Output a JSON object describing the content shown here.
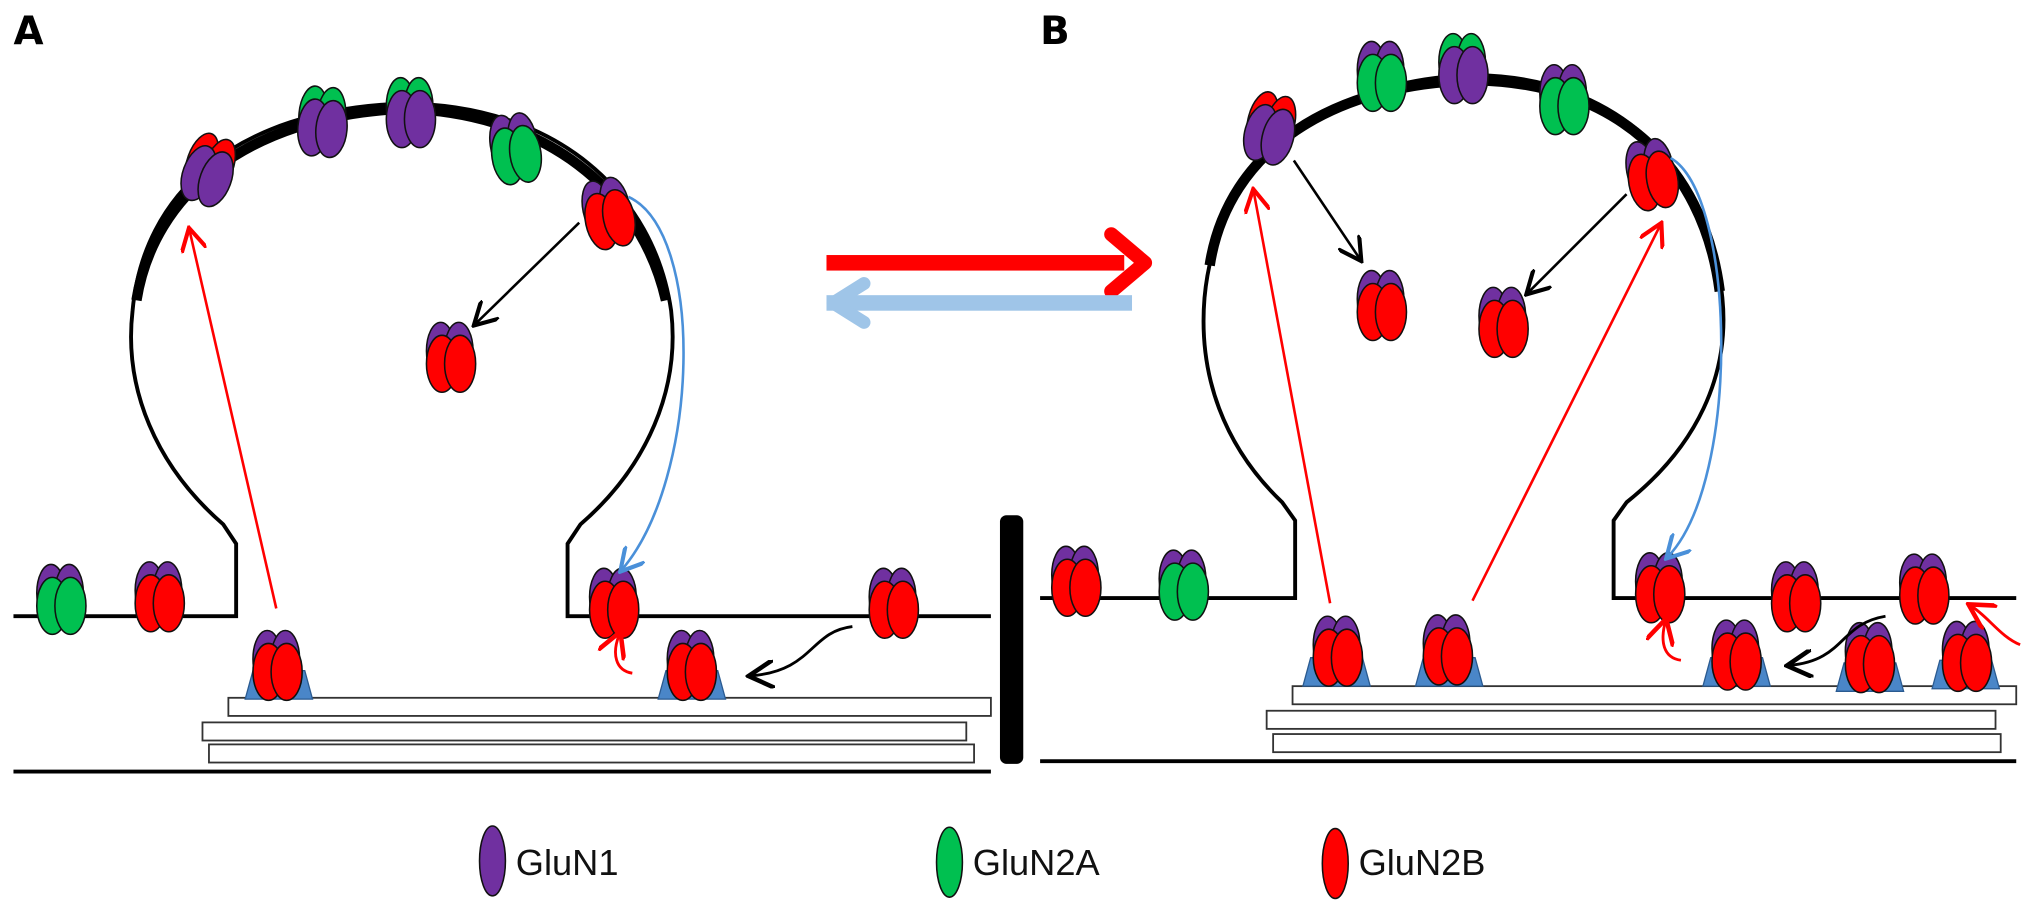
{
  "figure": {
    "panels": [
      {
        "label": "A"
      },
      {
        "label": "B"
      }
    ],
    "legend": [
      {
        "label": "GluN1",
        "color": "#7030a0"
      },
      {
        "label": "GluN2A",
        "color": "#00c050"
      },
      {
        "label": "GluN2B",
        "color": "#ff0000"
      }
    ],
    "colors": {
      "glun1": "#7030a0",
      "glun2a": "#00c050",
      "glun2b": "#ff0000",
      "scaffold": "#4a86c8",
      "membrane": "#000000",
      "forward_arrow": "#ff0000",
      "reverse_arrow": "#9fc5e8",
      "recycling_arrow": "#4a90d9"
    }
  }
}
